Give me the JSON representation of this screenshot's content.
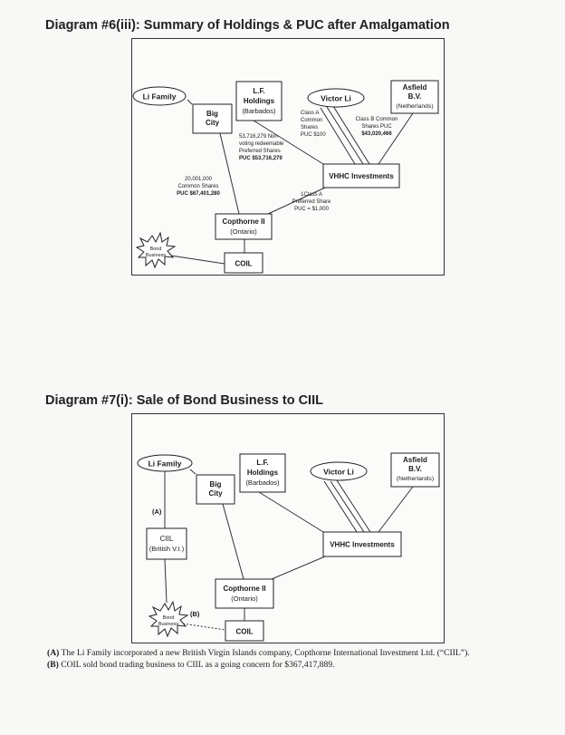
{
  "diagram1": {
    "title": "Diagram #6(iii): Summary of Holdings & PUC after Amalgamation",
    "nodes": {
      "li_family": "Li Family",
      "big_city": [
        "Big",
        "City"
      ],
      "lf_holdings": [
        "L.F.",
        "Holdings",
        "(Barbados)"
      ],
      "victor_li": "Victor Li",
      "asfield": [
        "Asfield",
        "B.V.",
        "(Netherlands)"
      ],
      "vhhc": "VHHC Investments",
      "copthorne": [
        "Copthorne II",
        "(Ontario)"
      ],
      "coil": "COIL",
      "bond_business": [
        "Bond",
        "Business"
      ]
    },
    "labels": {
      "class_a_common": [
        "Class A",
        "Common",
        "Shares",
        "PUC $100"
      ],
      "class_b_common": [
        "Class B Common",
        "Shares  PUC",
        "$43,020,466"
      ],
      "preferred": [
        "53,716,279 Non-",
        "voting redeemable",
        "Preferred Shares",
        "PUC $53,716,279"
      ],
      "common_big_city": [
        "20,001,000",
        "Common Shares",
        "PUC $67,401,280"
      ],
      "class_a_preferred": [
        "1Class A",
        "Preferred Share",
        "PUC = $1,000"
      ]
    }
  },
  "diagram2": {
    "title": "Diagram #7(i): Sale of Bond Business to CIIL",
    "nodes": {
      "li_family": "Li Family",
      "big_city": [
        "Big",
        "City"
      ],
      "lf_holdings": [
        "L.F.",
        "Holdings",
        "(Barbados)"
      ],
      "victor_li": "Victor Li",
      "asfield": [
        "Asfield",
        "B.V.",
        "(Netherlands)"
      ],
      "vhhc": "VHHC Investments",
      "ciil": [
        "CIIL",
        "(British V.I.)"
      ],
      "copthorne": [
        "Copthorne II",
        "(Ontario)"
      ],
      "coil": "COIL",
      "bond_business": [
        "Bond",
        "Business"
      ]
    },
    "labels": {
      "a": "(A)",
      "b": "(B)"
    }
  },
  "notes": [
    {
      "tag": "(A)",
      "text": " The Li Family incorporated a new British Virgin Islands company, Copthorne International Investment Ltd. (“CIIL”)."
    },
    {
      "tag": "(B)",
      "text": " COIL sold bond trading business to CIIL as a going concern for $367,417,889."
    }
  ]
}
